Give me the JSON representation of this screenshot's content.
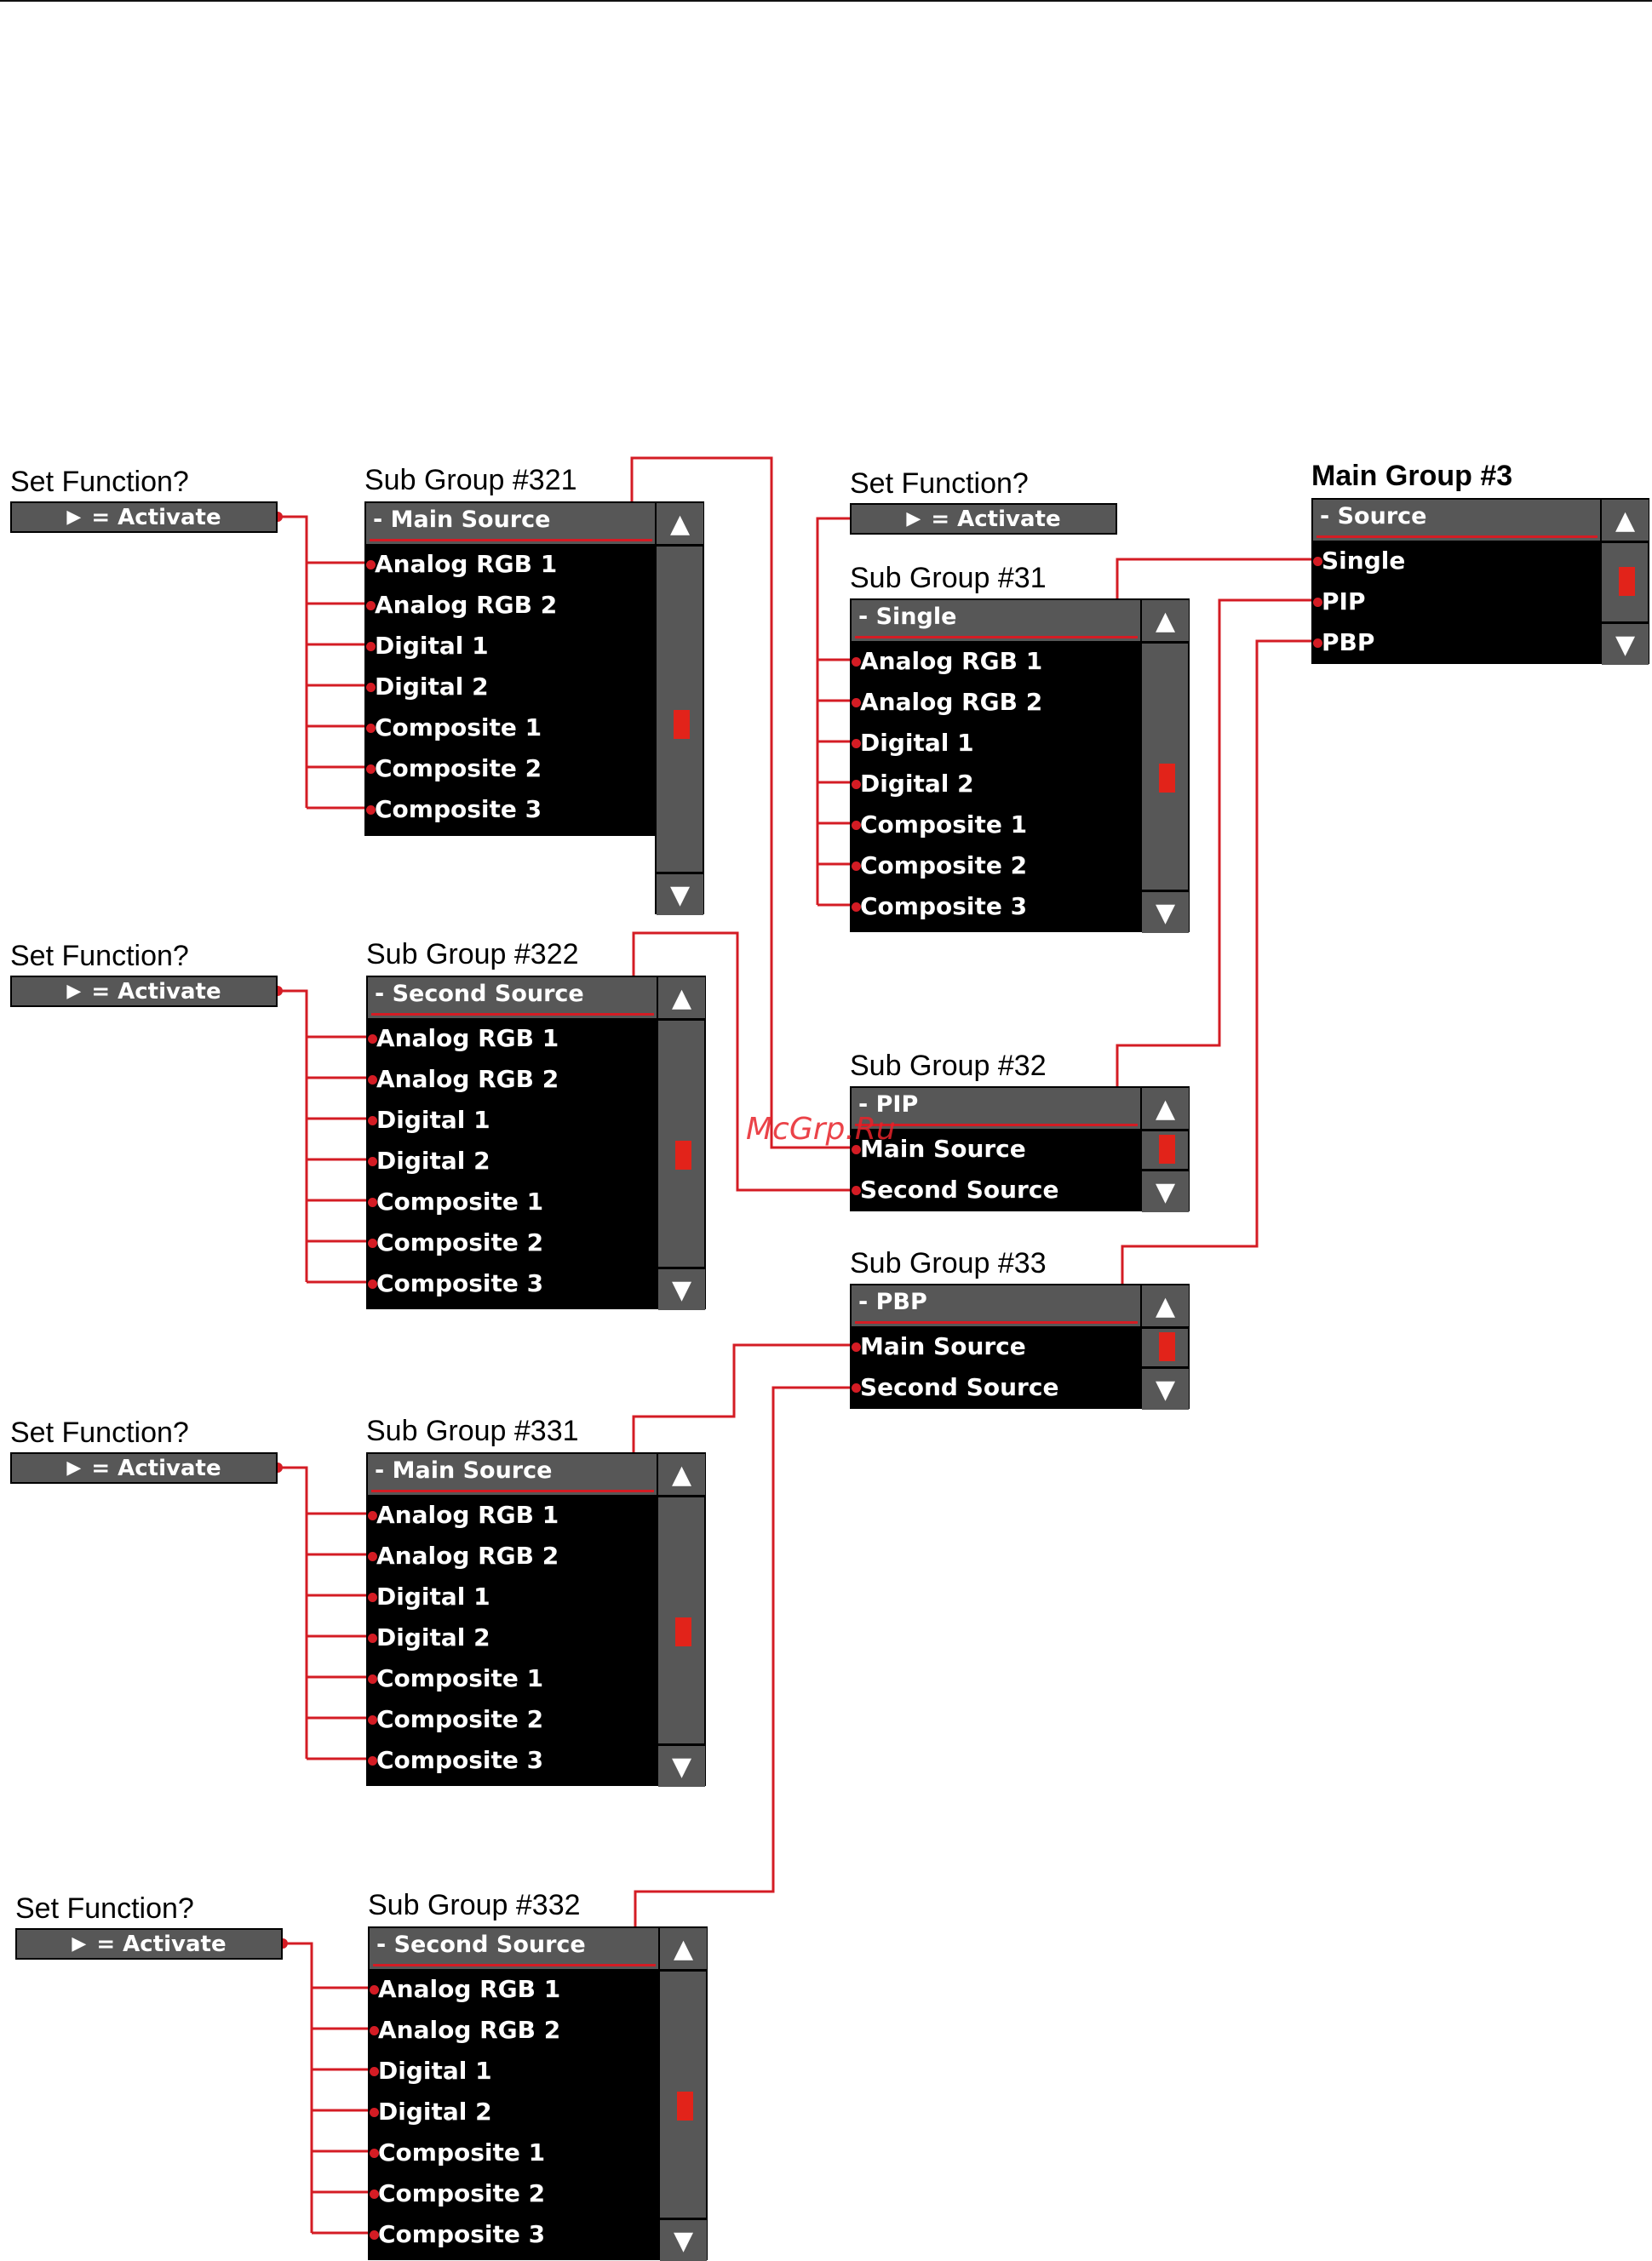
{
  "watermark": "McGrp.Ru",
  "colors": {
    "wire": "#d41c24",
    "panel": "#575757",
    "background": "#000000",
    "thumb": "#e2231a"
  },
  "icons": {
    "up": "▲",
    "down": "▼",
    "play": "▶"
  },
  "activate": {
    "title": "Set Function?",
    "arrow": "▶",
    "label": "= Activate"
  },
  "main_group": {
    "title": "Main Group #3",
    "header": "- Source",
    "items": [
      "Single",
      "PIP",
      "PBP"
    ]
  },
  "sub31": {
    "title": "Sub Group #31",
    "header": "- Single",
    "items": [
      "Analog RGB 1",
      "Analog RGB 2",
      "Digital 1",
      "Digital 2",
      "Composite 1",
      "Composite 2",
      "Composite 3"
    ]
  },
  "sub32": {
    "title": "Sub Group #32",
    "header": "- PIP",
    "items": [
      "Main Source",
      "Second Source"
    ]
  },
  "sub33": {
    "title": "Sub Group #33",
    "header": "- PBP",
    "items": [
      "Main Source",
      "Second Source"
    ]
  },
  "sub321": {
    "title": "Sub Group #321",
    "header": "- Main Source",
    "items": [
      "Analog RGB 1",
      "Analog RGB 2",
      "Digital 1",
      "Digital 2",
      "Composite 1",
      "Composite 2",
      "Composite 3"
    ]
  },
  "sub322": {
    "title": "Sub Group #322",
    "header": "- Second Source",
    "items": [
      "Analog RGB 1",
      "Analog RGB 2",
      "Digital 1",
      "Digital 2",
      "Composite 1",
      "Composite 2",
      "Composite 3"
    ]
  },
  "sub331": {
    "title": "Sub Group #331",
    "header": "- Main Source",
    "items": [
      "Analog RGB 1",
      "Analog RGB 2",
      "Digital 1",
      "Digital 2",
      "Composite 1",
      "Composite 2",
      "Composite 3"
    ]
  },
  "sub332": {
    "title": "Sub Group #332",
    "header": "- Second Source",
    "items": [
      "Analog RGB 1",
      "Analog RGB 2",
      "Digital 1",
      "Digital 2",
      "Composite 1",
      "Composite 2",
      "Composite 3"
    ]
  }
}
